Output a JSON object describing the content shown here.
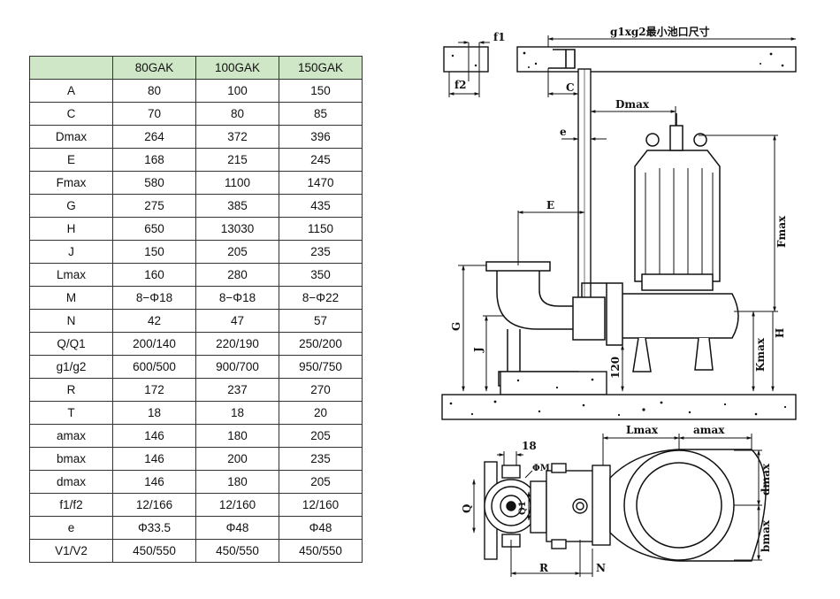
{
  "table": {
    "headers": [
      "",
      "80GAK",
      "100GAK",
      "150GAK"
    ],
    "rows": [
      [
        "A",
        "80",
        "100",
        "150"
      ],
      [
        "C",
        "70",
        "80",
        "85"
      ],
      [
        "Dmax",
        "264",
        "372",
        "396"
      ],
      [
        "E",
        "168",
        "215",
        "245"
      ],
      [
        "Fmax",
        "580",
        "1100",
        "1470"
      ],
      [
        "G",
        "275",
        "385",
        "435"
      ],
      [
        "H",
        "650",
        "13030",
        "1150"
      ],
      [
        "J",
        "150",
        "205",
        "235"
      ],
      [
        "Lmax",
        "160",
        "280",
        "350"
      ],
      [
        "M",
        "8−Φ18",
        "8−Φ18",
        "8−Φ22"
      ],
      [
        "N",
        "42",
        "47",
        "57"
      ],
      [
        "Q/Q1",
        "200/140",
        "220/190",
        "250/200"
      ],
      [
        "g1/g2",
        "600/500",
        "900/700",
        "950/750"
      ],
      [
        "R",
        "172",
        "237",
        "270"
      ],
      [
        "T",
        "18",
        "18",
        "20"
      ],
      [
        "amax",
        "146",
        "180",
        "205"
      ],
      [
        "bmax",
        "146",
        "200",
        "235"
      ],
      [
        "dmax",
        "146",
        "180",
        "205"
      ],
      [
        "f1/f2",
        "12/166",
        "12/160",
        "12/160"
      ],
      [
        "e",
        "Φ33.5",
        "Φ48",
        "Φ48"
      ],
      [
        "V1/V2",
        "450/550",
        "450/550",
        "450/550"
      ]
    ]
  },
  "drawing": {
    "top_title": "g1xg2最小池口尺寸",
    "labels": {
      "f1": "f1",
      "f2": "f2",
      "C": "C",
      "Dmax": "Dmax",
      "e": "e",
      "E": "E",
      "Fmax": "Fmax",
      "G": "G",
      "J": "J",
      "dim_120": "120",
      "Kmax": "Kmax",
      "H": "H",
      "dim_18": "18",
      "Lmax": "Lmax",
      "amax": "amax",
      "phiM": "ΦM",
      "Q": "Q",
      "Q1": "Q1",
      "dmax": "dmax",
      "bmax": "bmax",
      "R": "R",
      "N": "N"
    }
  }
}
